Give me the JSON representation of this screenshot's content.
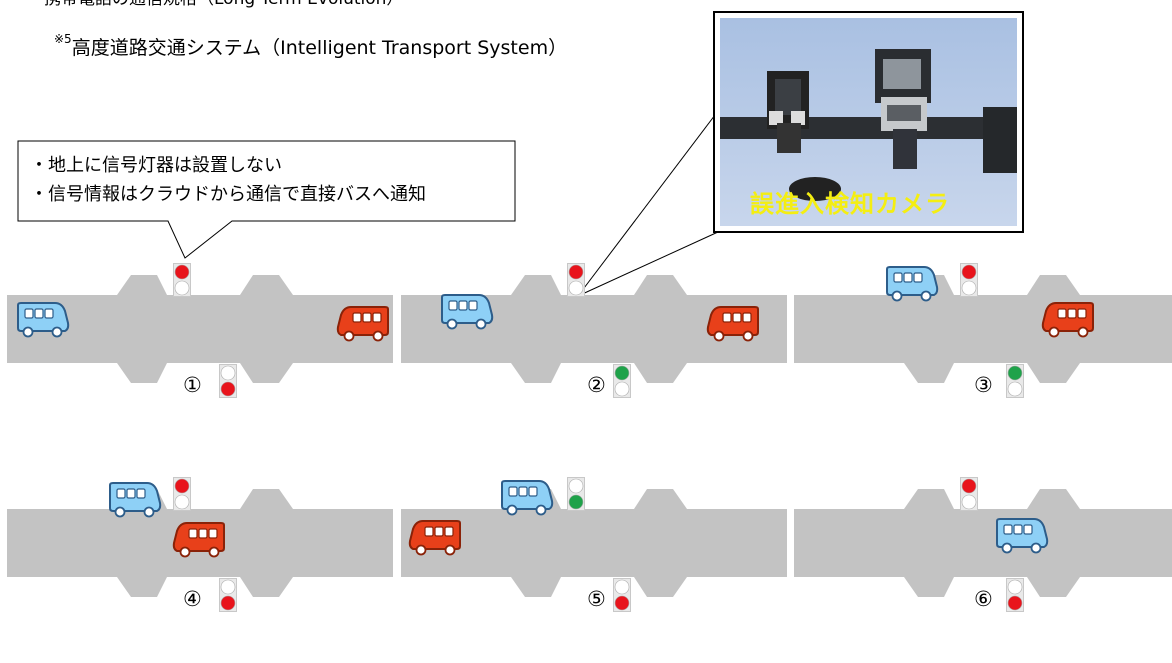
{
  "notes": {
    "note_lte": "携帯電話の通信規格（Long Term Evolution）",
    "note_its_marker": "※5",
    "note_its": "高度道路交通システム（Intelligent Transport System）"
  },
  "callout": {
    "line1": "・地上に信号灯器は設置しない",
    "line2": "・信号情報はクラウドから通信で直接バスへ通知"
  },
  "camera_photo": {
    "label": "誤進入検知カメラ"
  },
  "panels": [
    {
      "label": "①",
      "upper_signal": "red",
      "lower_signal": "red"
    },
    {
      "label": "②",
      "upper_signal": "red",
      "lower_signal": "green"
    },
    {
      "label": "③",
      "upper_signal": "red",
      "lower_signal": "green"
    },
    {
      "label": "④",
      "upper_signal": "red",
      "lower_signal": "red"
    },
    {
      "label": "⑤",
      "upper_signal": "green",
      "lower_signal": "red"
    },
    {
      "label": "⑥",
      "upper_signal": "red",
      "lower_signal": "red"
    }
  ],
  "colors": {
    "road": "#c3c3c3",
    "signal_red": "#e8141c",
    "signal_green": "#1fa24a",
    "signal_off": "#ffffff",
    "bus_blue": "#8ed0f6",
    "bus_red": "#e8401a",
    "camera_label": "#f4ee12"
  }
}
